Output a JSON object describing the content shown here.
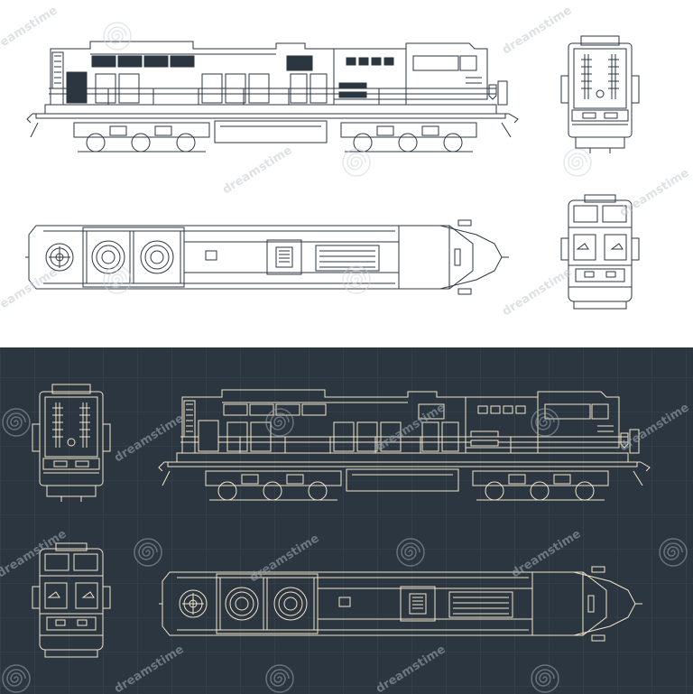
{
  "scene": {
    "subject": "diesel-locomotive-blueprints",
    "colors": {
      "top_background": "#ffffff",
      "top_line": "#2b3640",
      "bottom_background": "#2c3640",
      "bottom_line": "#f2e6c8",
      "bottom_fill": "#f1deb4",
      "grid": "#3a4651"
    },
    "views": [
      {
        "name": "side-elevation",
        "panel": "top"
      },
      {
        "name": "rear-elevation",
        "panel": "top"
      },
      {
        "name": "roof-plan",
        "panel": "top"
      },
      {
        "name": "front-elevation",
        "panel": "top"
      },
      {
        "name": "rear-elevation",
        "panel": "bottom"
      },
      {
        "name": "side-elevation",
        "panel": "bottom"
      },
      {
        "name": "front-elevation",
        "panel": "bottom"
      },
      {
        "name": "roof-plan",
        "panel": "bottom"
      }
    ]
  },
  "watermark": {
    "text": "dreamstime",
    "logo": "dreamstime-spiral-logo"
  }
}
